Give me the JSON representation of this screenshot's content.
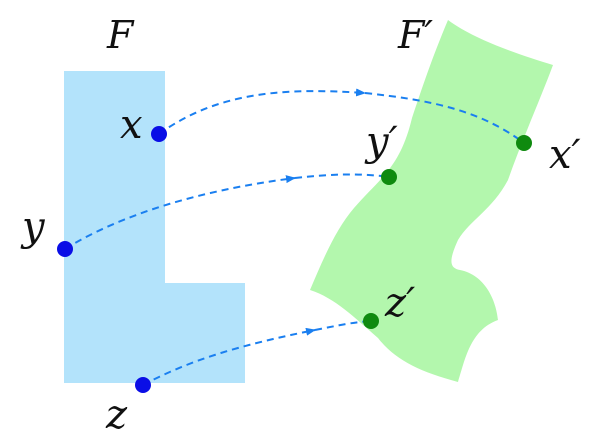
{
  "colors": {
    "source_fill": "#b3e3fb",
    "target_fill": "#b3f7ad",
    "source_point": "#0a0ee6",
    "target_point": "#0f8a0f",
    "arrow": "#1a7ff0"
  },
  "source": {
    "label": "F"
  },
  "target": {
    "label": "F′"
  },
  "points": {
    "x": {
      "label": "x",
      "image_label": "x′"
    },
    "y": {
      "label": "y",
      "image_label": "y′"
    },
    "z": {
      "label": "z",
      "image_label": "z′"
    }
  }
}
